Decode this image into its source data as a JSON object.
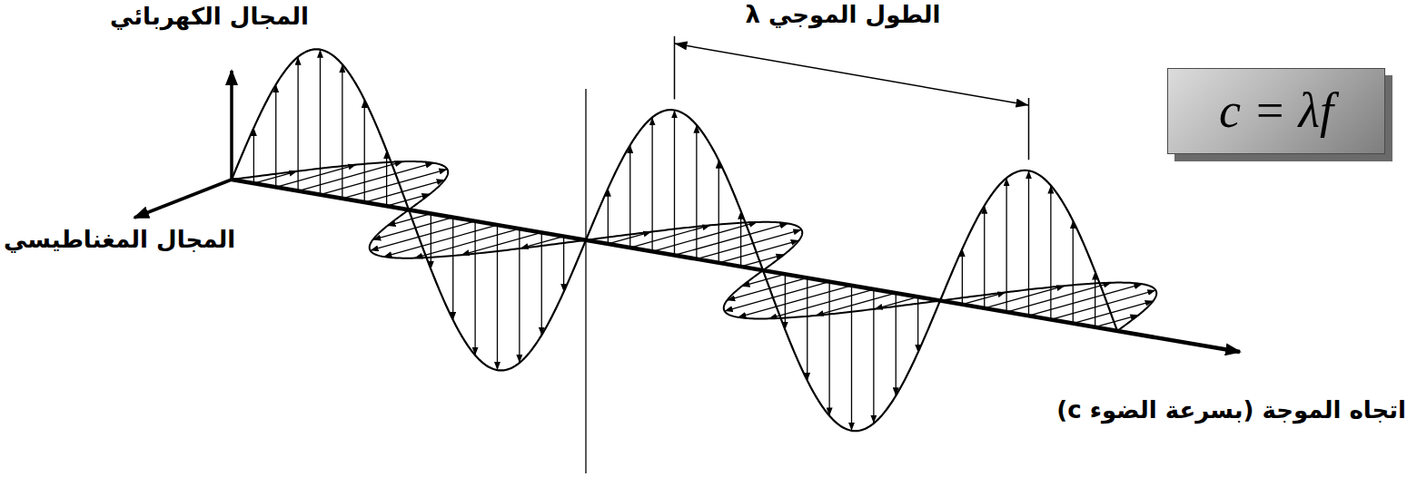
{
  "diagram": {
    "nodes": [
      {
        "text": [
          "c = λf"
        ]
      }
    ],
    "labels": [
      "المجال الكهربائي",
      "الطول الموجي λ",
      "المجال المغناطيسي",
      "اتجاه الموجة (بسرعة الضوء c)"
    ]
  }
}
